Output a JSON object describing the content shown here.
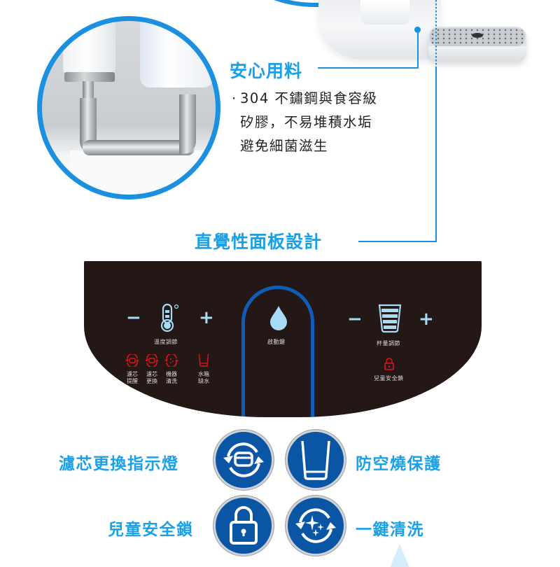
{
  "materials": {
    "title": "安心用料",
    "bullet": "·",
    "lines": [
      "304 不鏽鋼與食容級",
      "矽膠，不易堆積水垢",
      "避免細菌滋生"
    ]
  },
  "panel_section": {
    "title": "直覺性面板設計"
  },
  "control_panel": {
    "temperature": {
      "minus": "−",
      "plus": "+",
      "label": "溫度調節"
    },
    "start": {
      "label": "啟動鍵"
    },
    "cup_volume": {
      "minus": "−",
      "plus": "+",
      "label": "杯量調節"
    },
    "child_lock": {
      "label": "兒童安全鎖"
    },
    "indicators": [
      {
        "line1": "濾芯",
        "line2": "提醒"
      },
      {
        "line1": "濾芯",
        "line2": "更換"
      },
      {
        "line1": "機器",
        "line2": "清洗"
      },
      {
        "line1": "水箱",
        "line2": "缺水"
      }
    ]
  },
  "features": [
    {
      "label": "濾芯更換指示燈",
      "icon": "filter-replace-icon"
    },
    {
      "label": "防空燒保護",
      "icon": "empty-cup-icon"
    },
    {
      "label": "兒童安全鎖",
      "icon": "lock-icon"
    },
    {
      "label": "一鍵清洗",
      "icon": "clean-cycle-icon"
    }
  ],
  "colors": {
    "accent_blue": "#1aa0e6",
    "line_blue": "#1a90de",
    "badge_blue": "#0b56a4",
    "panel_bg": "#231815",
    "panel_light_blue": "#a6dcf5",
    "indicator_red": "#e0141e"
  }
}
